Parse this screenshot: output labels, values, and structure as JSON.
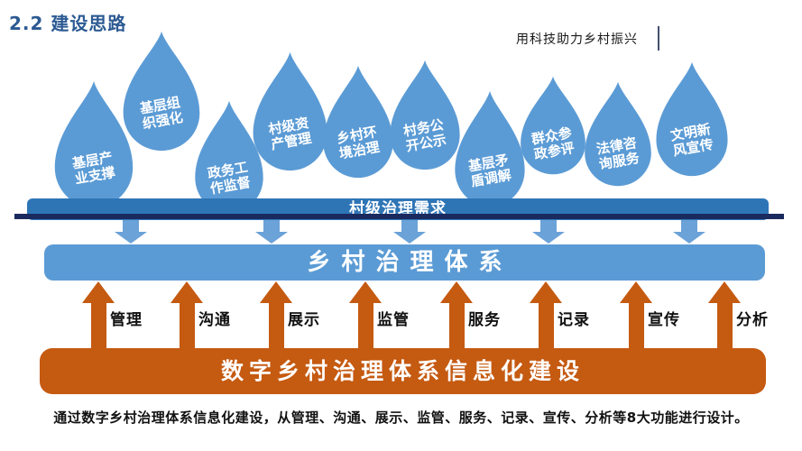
{
  "header": {
    "title": "2.2 建设思路",
    "tagline": "用科技助力乡村振兴"
  },
  "needs_bar": {
    "label": "村级治理需求"
  },
  "system_bar": {
    "label": "乡村治理体系"
  },
  "platform_bar": {
    "label": "数字乡村治理体系信息化建设"
  },
  "footer": {
    "note": "通过数字乡村治理体系信息化建设，从管理、沟通、展示、监管、服务、记录、宣传、分析等8大功能进行设计。"
  },
  "drops": [
    {
      "label": "基层产业支撑",
      "line1": "基层产",
      "line2": "业支撑"
    },
    {
      "label": "基层组织强化",
      "line1": "基层组",
      "line2": "织强化"
    },
    {
      "label": "政务工作监督",
      "line1": "政务工",
      "line2": "作监督"
    },
    {
      "label": "村级资产管理",
      "line1": "村级资",
      "line2": "产管理"
    },
    {
      "label": "乡村环境治理",
      "line1": "乡村环",
      "line2": "境治理"
    },
    {
      "label": "村务公开公示",
      "line1": "村务公",
      "line2": "开公示"
    },
    {
      "label": "基层矛盾调解",
      "line1": "基层矛",
      "line2": "盾调解"
    },
    {
      "label": "群众参政参评",
      "line1": "群众参",
      "line2": "政参评"
    },
    {
      "label": "法律咨询服务",
      "line1": "法律咨",
      "line2": "询服务"
    },
    {
      "label": "文明新风宣传",
      "line1": "文明新",
      "line2": "风宣传"
    }
  ],
  "functions": [
    {
      "label": "管理"
    },
    {
      "label": "沟通"
    },
    {
      "label": "展示"
    },
    {
      "label": "监管"
    },
    {
      "label": "服务"
    },
    {
      "label": "记录"
    },
    {
      "label": "宣传"
    },
    {
      "label": "分析"
    }
  ],
  "colors": {
    "drop_blue": "#5B9BD5",
    "needs_bar_blue": "#2E75B6",
    "navy_line": "#1B2A5E",
    "system_bar_blue": "#5B9BD5",
    "arrow_blue": "#6BA2D8",
    "orange": "#C55A11",
    "title_blue": "#2C5A93"
  }
}
